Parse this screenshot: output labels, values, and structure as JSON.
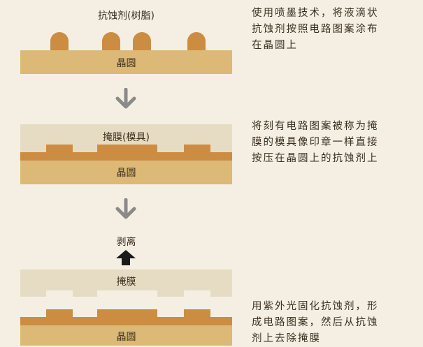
{
  "step1": {
    "resin_label": "抗蚀剂(树脂)",
    "wafer_label": "晶圆",
    "caption_lines": [
      "使用喷墨技术，将液滴状",
      "抗蚀剂按照电路图案涂布",
      "在晶圆上"
    ]
  },
  "step2": {
    "mold_label": "掩膜(模具)",
    "wafer_label": "晶圆",
    "caption_lines": [
      "将刻有电路图案被称为掩",
      "膜的模具像印章一样直接",
      "按压在晶圆上的抗蚀剂上"
    ]
  },
  "step3": {
    "peel_label": "剥离",
    "mold_label": "掩膜",
    "wafer_label": "晶圆",
    "caption_lines": [
      "用紫外光固化抗蚀剂，形",
      "成电路图案，然后从抗蚀",
      "剂上去除掩膜"
    ]
  },
  "colors": {
    "background": "#f5efe3",
    "wafer": "#ddb977",
    "resist": "#cc8d42",
    "mold": "#e6dcc3",
    "arrow_gray": "#8a8a8a",
    "arrow_black": "#1a1a1a"
  }
}
